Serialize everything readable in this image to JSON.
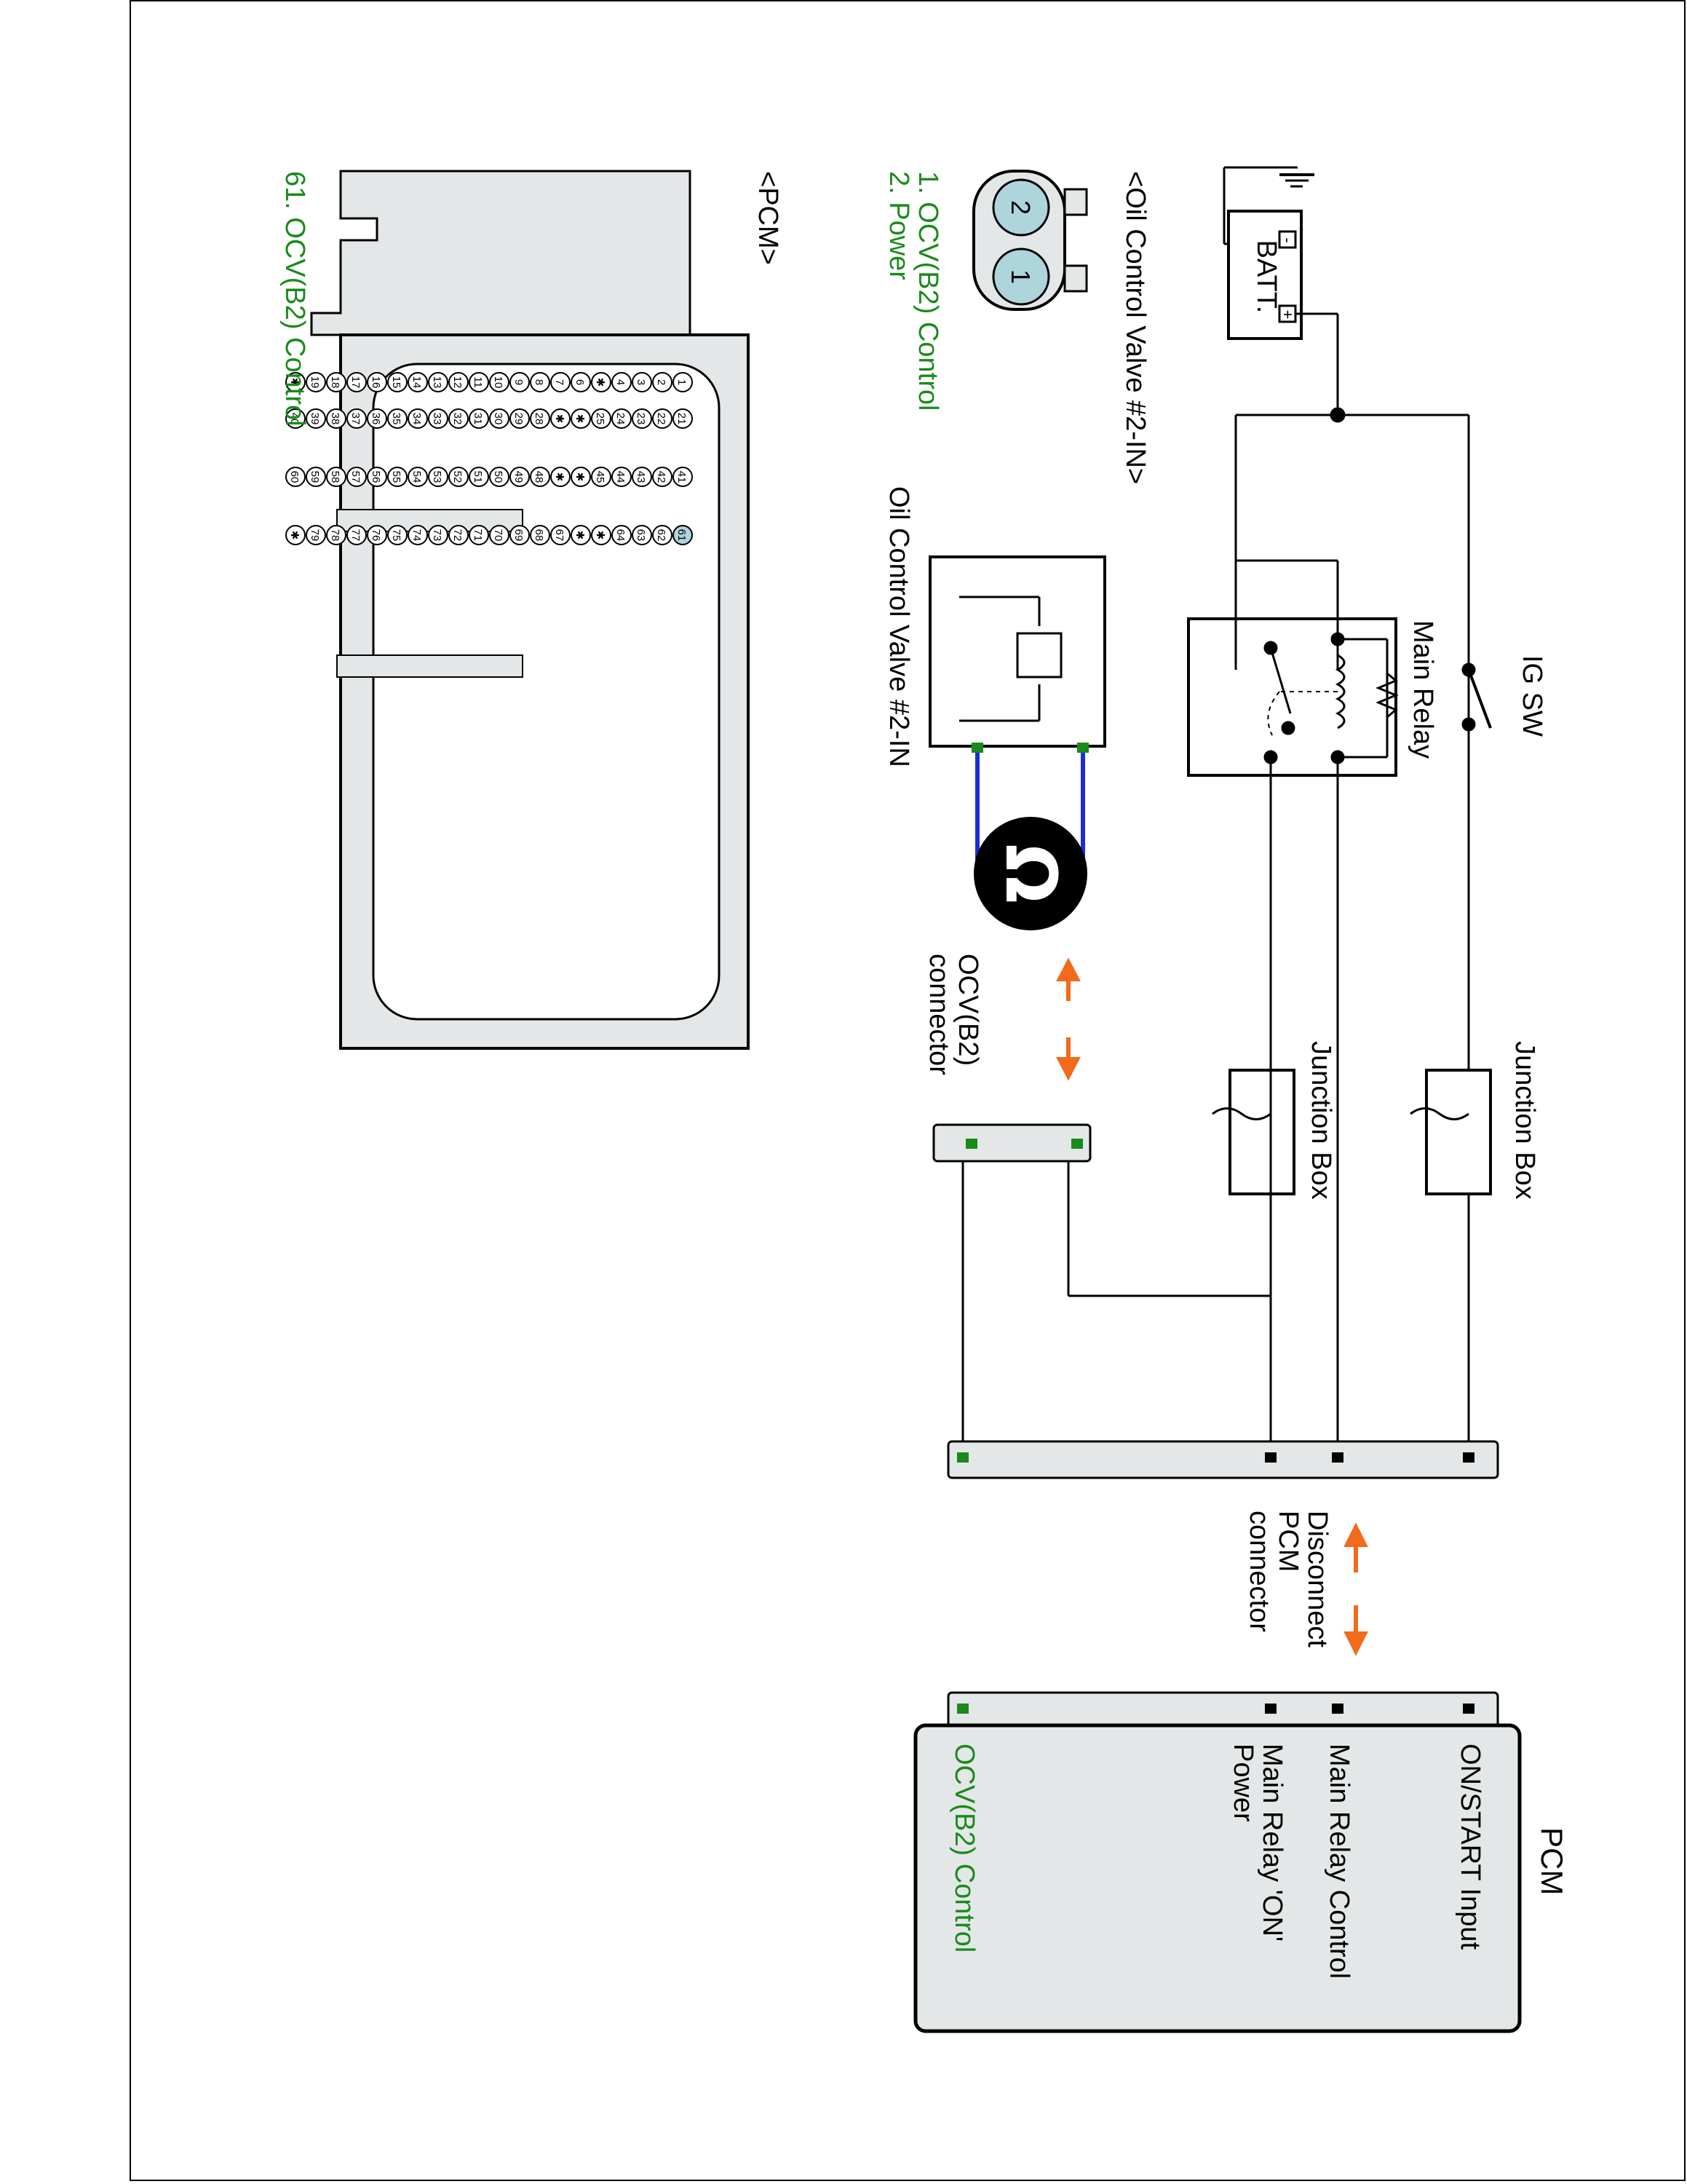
{
  "title": "",
  "colors": {
    "accent_green": "#1a8a1a",
    "arrow_orange": "#f26a1b",
    "probe_blue": "#1a2dd6",
    "panel_gray": "#e4e7e8",
    "pin_highlight": "#aed4dc"
  },
  "labels": {
    "batt": "BATT.",
    "ig_sw": "IG SW",
    "main_relay": "Main Relay",
    "junction_box_1": "Junction Box",
    "junction_box_2": "Junction Box",
    "ocv_component": "Oil Control Valve #2-IN",
    "ocv_connector": [
      "OCV(B2)",
      "connector"
    ],
    "disconnect": [
      "Disconnect",
      "PCM",
      "connector"
    ],
    "pcm_box_title": "PCM",
    "plus": "+",
    "minus": "-"
  },
  "pcm_pins": {
    "on_start": "ON/START Input",
    "main_relay_control": "Main Relay Control",
    "main_relay_on_power": [
      "Main Relay 'ON'",
      "Power"
    ],
    "ocv_control": "OCV(B2) Control"
  },
  "ocv_connector_view": {
    "title": "<Oil Control Valve #2-IN>",
    "pins": [
      {
        "num": "1",
        "desc": "1. OCV(B2) Control"
      },
      {
        "num": "2",
        "desc": "2. Power"
      }
    ]
  },
  "pcm_connector_view": {
    "title": "<PCM>",
    "pin_note": "61. OCV(B2) Control",
    "rows": [
      [
        "1",
        "2",
        "3",
        "4",
        "✱",
        "6",
        "7",
        "8",
        "9",
        "10",
        "11",
        "12",
        "13",
        "14",
        "15",
        "16",
        "17",
        "18",
        "19",
        "✱"
      ],
      [
        "21",
        "22",
        "23",
        "24",
        "25",
        "✱",
        "✱",
        "28",
        "29",
        "30",
        "31",
        "32",
        "33",
        "34",
        "35",
        "36",
        "37",
        "38",
        "39",
        "40"
      ],
      [
        "41",
        "42",
        "43",
        "44",
        "45",
        "✱",
        "✱",
        "48",
        "49",
        "50",
        "51",
        "52",
        "53",
        "54",
        "55",
        "56",
        "57",
        "58",
        "59",
        "60"
      ],
      [
        "61",
        "62",
        "63",
        "64",
        "✱",
        "✱",
        "67",
        "68",
        "69",
        "70",
        "71",
        "72",
        "73",
        "74",
        "75",
        "76",
        "77",
        "78",
        "79",
        "✱"
      ]
    ],
    "highlighted_pin": "61"
  }
}
